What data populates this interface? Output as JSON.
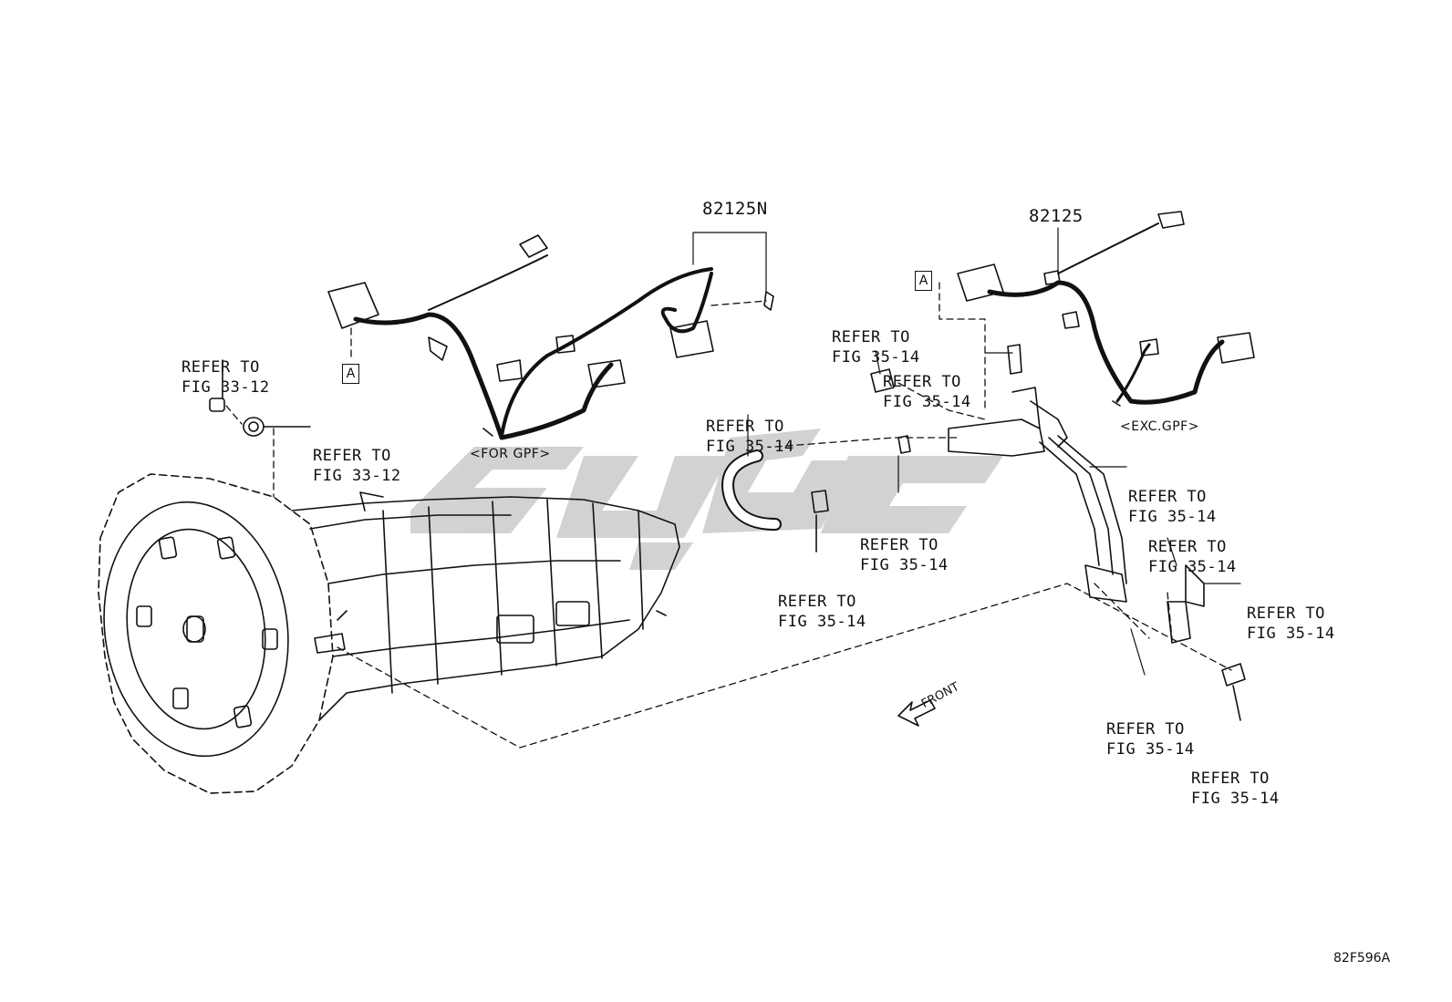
{
  "part_numbers": {
    "harness_gpf": "82125N",
    "harness_exc_gpf": "82125"
  },
  "variants": {
    "for_gpf": "<FOR GPF>",
    "exc_gpf": "<EXC.GPF>"
  },
  "connector_markers": {
    "marker_left": "A",
    "marker_right": "A"
  },
  "refer_labels": [
    {
      "line1": "REFER TO",
      "line2": "FIG 33-12"
    },
    {
      "line1": "REFER TO",
      "line2": "FIG 33-12"
    },
    {
      "line1": "REFER TO",
      "line2": "FIG 35-14"
    },
    {
      "line1": "REFER TO",
      "line2": "FIG 35-14"
    },
    {
      "line1": "REFER TO",
      "line2": "FIG 35-14"
    },
    {
      "line1": "REFER TO",
      "line2": "FIG 35-14"
    },
    {
      "line1": "REFER TO",
      "line2": "FIG 35-14"
    },
    {
      "line1": "REFER TO",
      "line2": "FIG 35-14"
    },
    {
      "line1": "REFER TO",
      "line2": "FIG 35-14"
    },
    {
      "line1": "REFER TO",
      "line2": "FIG 35-14"
    },
    {
      "line1": "REFER TO",
      "line2": "FIG 35-14"
    },
    {
      "line1": "REFER TO",
      "line2": "FIG 35-14"
    }
  ],
  "direction_label": "FRONT",
  "figure_code": "82F596A"
}
